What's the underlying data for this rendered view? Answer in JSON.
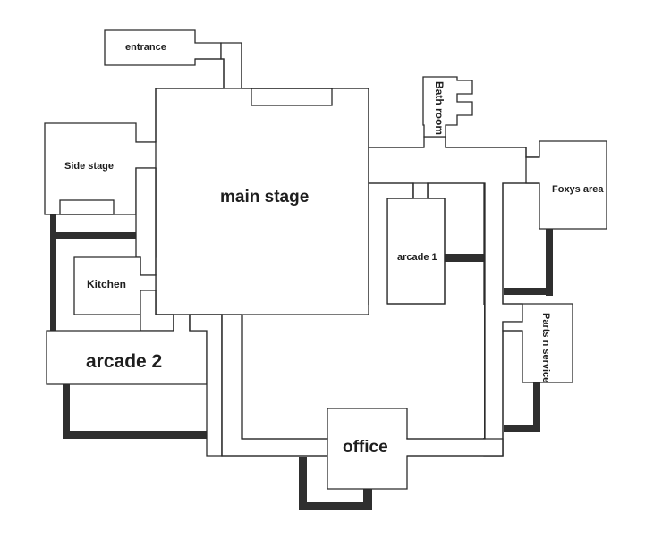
{
  "rooms": {
    "entrance": "entrance",
    "bathroom": "Bath room",
    "side_stage": "Side stage",
    "main_stage": "main stage",
    "foxys_area": "Foxys area",
    "arcade_1": "arcade 1",
    "kitchen": "Kitchen",
    "parts_n_service": "Parts n service",
    "arcade_2": "arcade 2",
    "office": "office"
  },
  "colors": {
    "wall_dark": "#2f2f2f",
    "outline": "#2b2b2b",
    "background": "#ffffff"
  }
}
